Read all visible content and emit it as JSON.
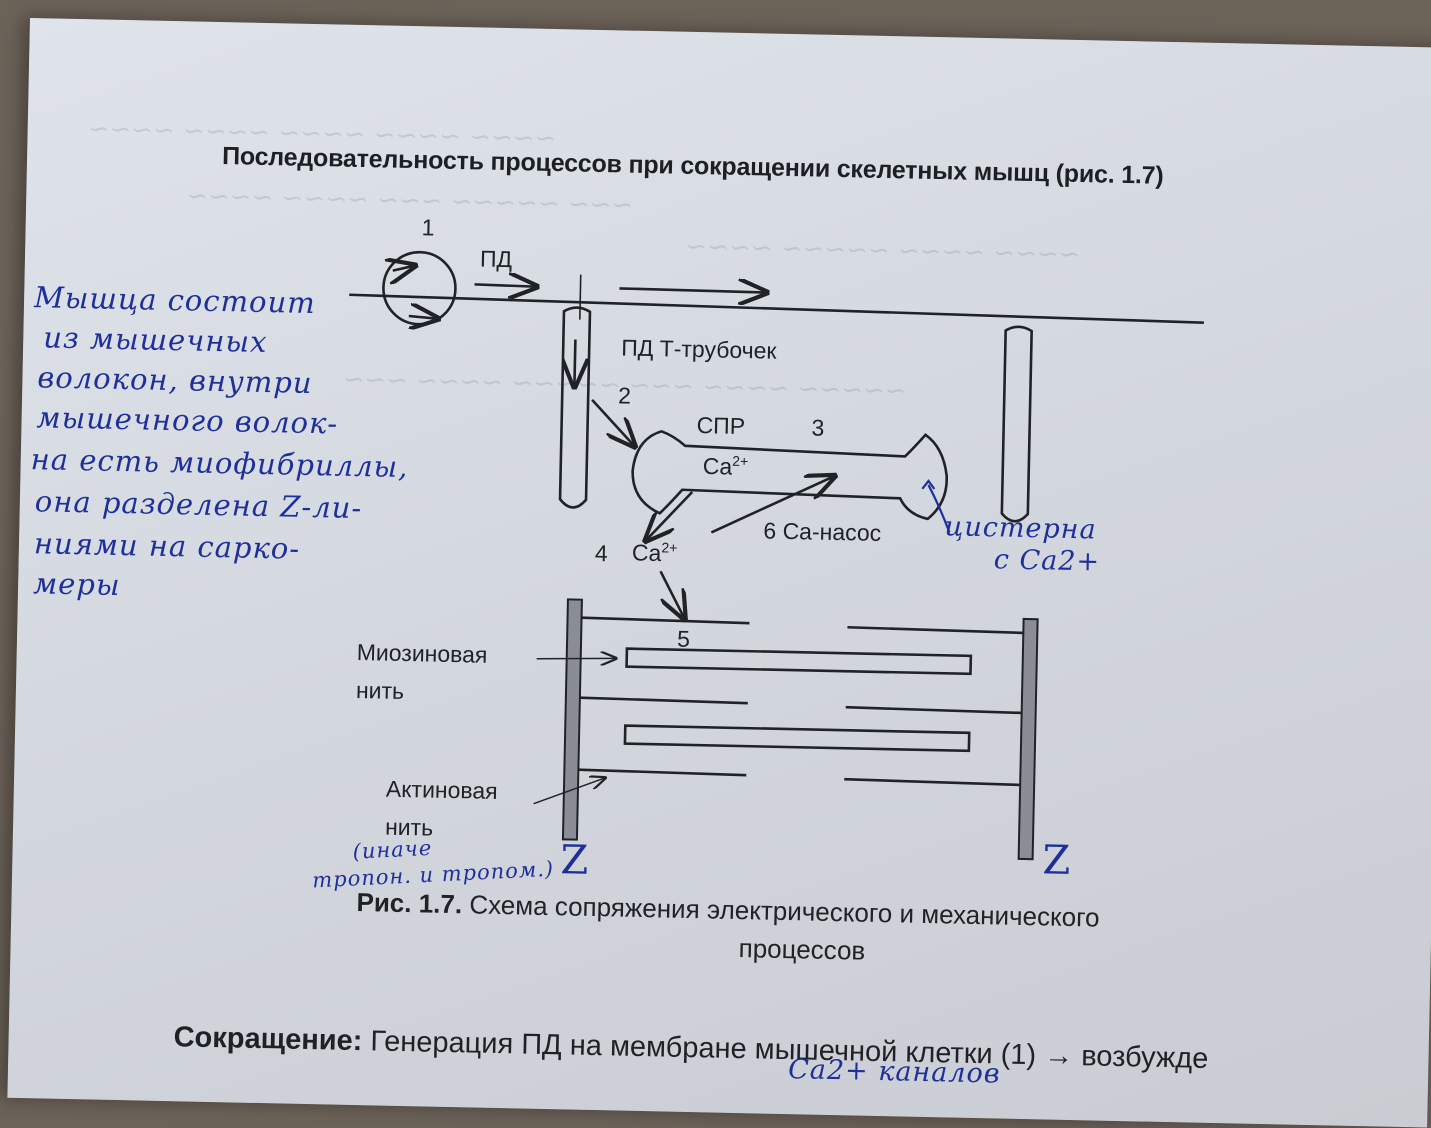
{
  "heading": "Последовательность процессов при сокращении скелетных мышц (рис. 1.7)",
  "diagram": {
    "step_1": "1",
    "pd": "ПД",
    "pd_t_tubules": "ПД Т-трубочек",
    "step_2": "2",
    "spr": "СПР",
    "step_3": "3",
    "ca_inside_base": "Ca",
    "ca_inside_sup": "2+",
    "step_6_pump": "6 Ca-насос",
    "step_4": "4",
    "ca_released_base": "Ca",
    "ca_released_sup": "2+",
    "step_5": "5",
    "myosin_line1": "Миозиновая",
    "myosin_line2": "нить",
    "actin_line1": "Актиновая",
    "actin_line2": "нить"
  },
  "caption": {
    "label": "Рис. 1.7.",
    "text_line1": "Схема сопряжения электрического и механического",
    "text_line2": "процессов"
  },
  "bottom_text": {
    "term": "Сокращение:",
    "text": "Генерация ПД на мембране мышечной клетки (1) → возбужде"
  },
  "handwritten": {
    "note_lines": [
      "Мышца состоит",
      "из мышечных",
      "волокон, внутри",
      "мышечного волок-",
      "на есть миофибриллы,",
      "она разделена Z-ли-",
      "ниями на сарко-",
      "меры"
    ],
    "cistern_line1": "цистерна",
    "cistern_line2": "с Ca2+",
    "z_left": "Z",
    "z_right": "Z",
    "troponin_line1": "(иначе",
    "troponin_line2": "тропон. и тропом.)",
    "bottom_note": "Ca2+ каналов"
  },
  "colors": {
    "ink_print": "#202227",
    "ink_pen": "#1e2f9c",
    "paper": "#d8dce3"
  }
}
